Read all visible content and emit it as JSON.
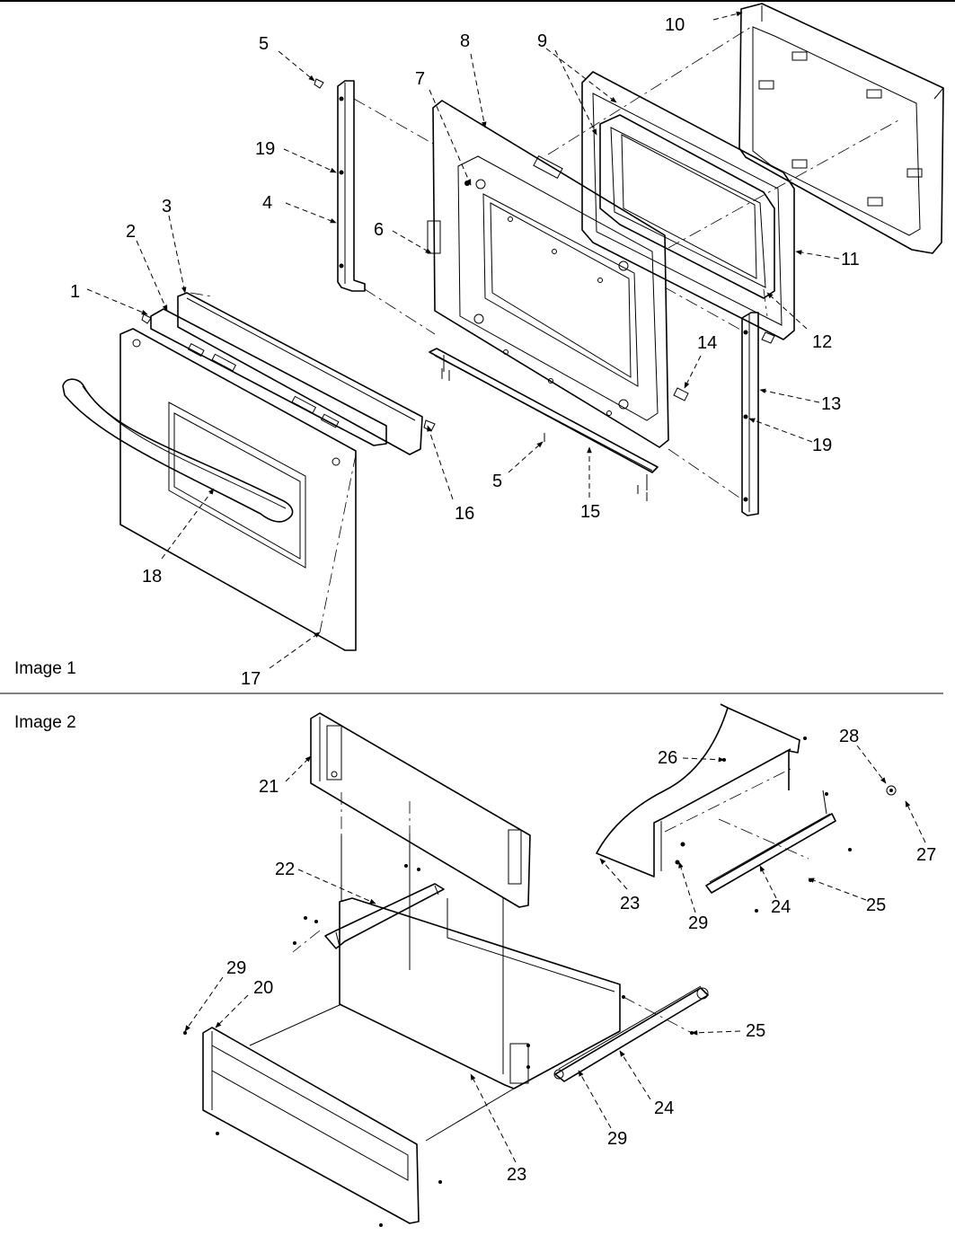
{
  "sections": [
    {
      "title": "Image 1"
    },
    {
      "title": "Image 2"
    }
  ],
  "image1_labels": [
    "1",
    "2",
    "3",
    "4",
    "5",
    "19",
    "6",
    "7",
    "8",
    "9",
    "10",
    "11",
    "12",
    "13",
    "14",
    "19",
    "5",
    "15",
    "16",
    "18",
    "17"
  ],
  "image2_labels": [
    "21",
    "22",
    "29",
    "20",
    "23",
    "25",
    "24",
    "29",
    "26",
    "28",
    "27",
    "23",
    "29",
    "24",
    "25"
  ]
}
